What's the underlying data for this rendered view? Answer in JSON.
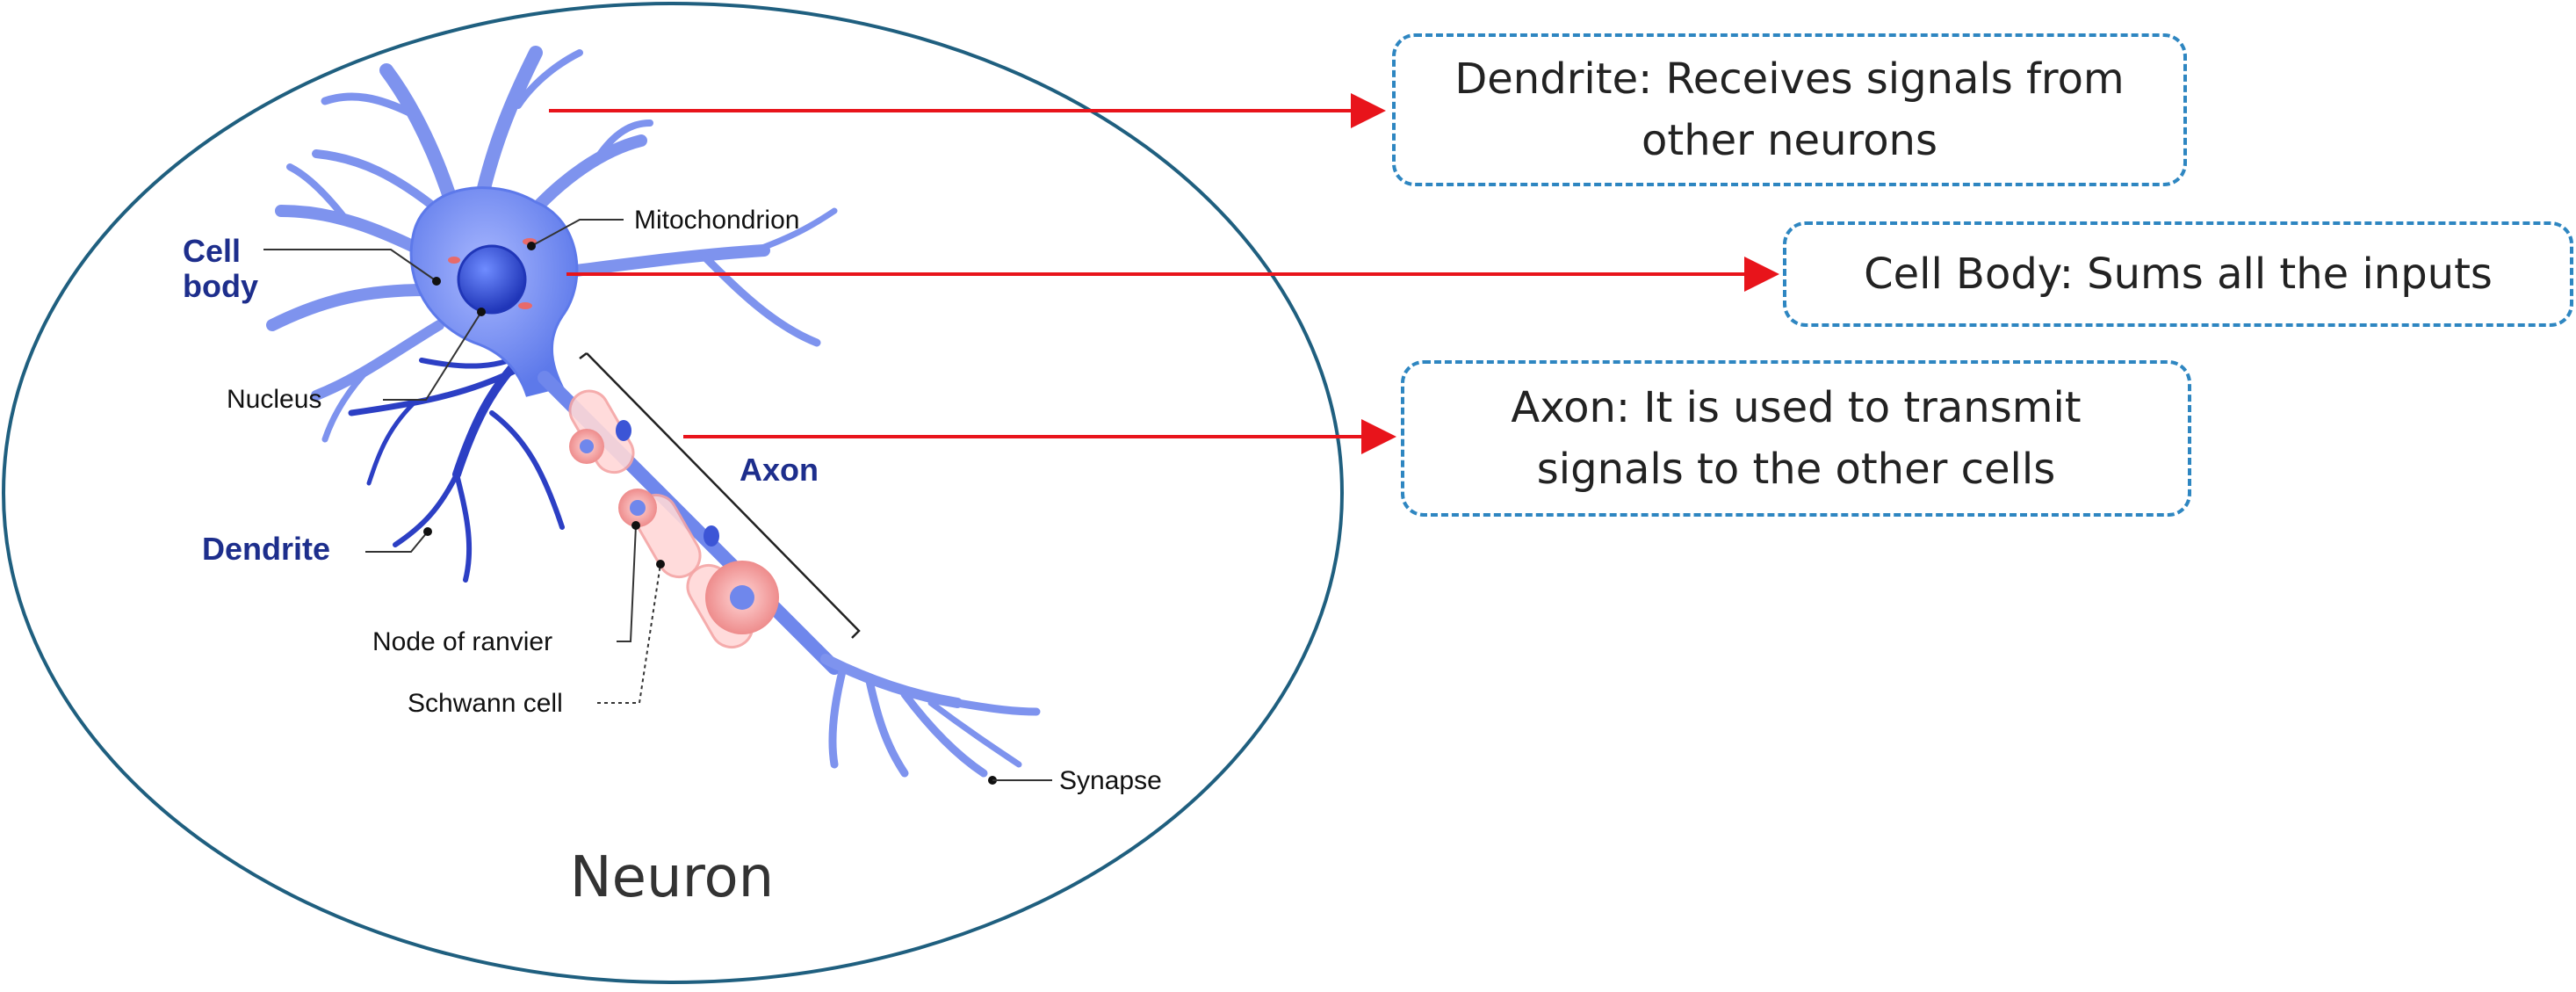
{
  "caption": "Neuron",
  "labels": {
    "cell_body": [
      "Cell",
      "body"
    ],
    "nucleus": "Nucleus",
    "mitochondrion": "Mitochondrion",
    "axon": "Axon",
    "dendrite": "Dendrite",
    "node_of_ranvier": "Node of ranvier",
    "schwann_cell": "Schwann cell",
    "synapse": "Synapse"
  },
  "callouts": {
    "dendrite": [
      "Dendrite: Receives signals from",
      "other neurons"
    ],
    "cell_body": [
      "Cell Body: Sums all the inputs"
    ],
    "axon": [
      "Axon: It is used to transmit",
      "signals to the other cells"
    ]
  },
  "colors": {
    "ellipse": "#1f5f7f",
    "neuron_fill": "#6f87ec",
    "neuron_dark": "#2c3fc4",
    "myelin": "#f4a4a4",
    "arrow": "#e8141b",
    "callout_border": "#2e86c1"
  }
}
